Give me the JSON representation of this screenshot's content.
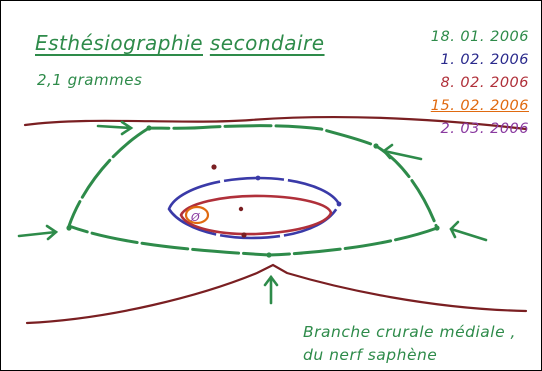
{
  "title_parts": {
    "word1": "Esthésiographie",
    "word2": "secondaire"
  },
  "subtitle": "2,1 grammes",
  "dates": [
    {
      "label": "18. 01. 2006",
      "color": "#2e8b4a"
    },
    {
      "label": "1. 02. 2006",
      "color": "#2a2a8c"
    },
    {
      "label": "8. 02. 2006",
      "color": "#b0303a"
    },
    {
      "label": "15. 02. 2006",
      "color": "#e06a10"
    },
    {
      "label": "2. 03. 2006",
      "color": "#8a3aa0"
    }
  ],
  "caption": {
    "line1": "Branche crurale médiale ,",
    "line2": "du nerf saphène"
  },
  "colors": {
    "outline": "#7a1f22",
    "green": "#2e8b4a",
    "blue": "#3a3aa8",
    "red": "#b0303a",
    "orange": "#e06a10",
    "purple": "#8a3aa0"
  }
}
